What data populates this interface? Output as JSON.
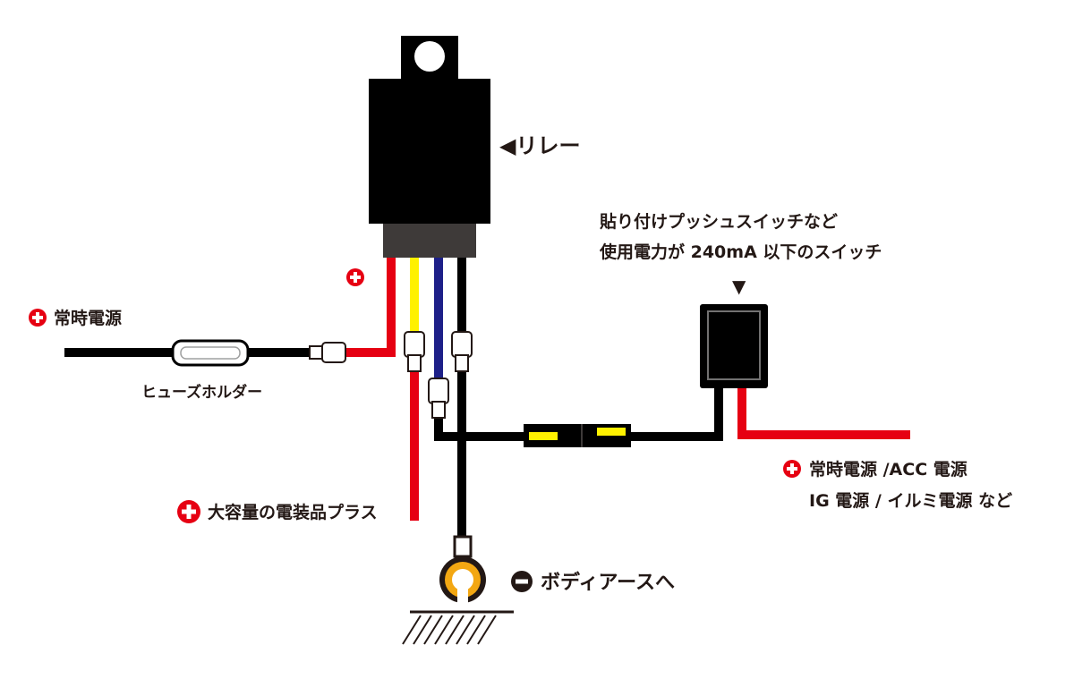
{
  "labels": {
    "relay": "◀リレー",
    "switch_line1": "貼り付けプッシュスイッチなど",
    "switch_line2": "使用電力が 240mA 以下のスイッチ",
    "switch_arrow": "▼",
    "constant_power": "常時電源",
    "fuse_holder": "ヒューズホルダー",
    "switch_power_line1": "常時電源 /ACC 電源",
    "switch_power_line2": "IG 電源 / イルミ電源 など",
    "load_plus": "大容量の電装品プラス",
    "body_earth": "ボディアースへ"
  },
  "colors": {
    "wire_red": "#e60012",
    "wire_yellow": "#fff100",
    "wire_blue": "#1d2088",
    "wire_black": "#000000",
    "plus_icon": "#e60012",
    "minus_icon": "#231815",
    "earth_terminal": "#f3a712"
  },
  "icons": {
    "plus": "plus-circle-icon",
    "minus": "minus-circle-icon"
  }
}
